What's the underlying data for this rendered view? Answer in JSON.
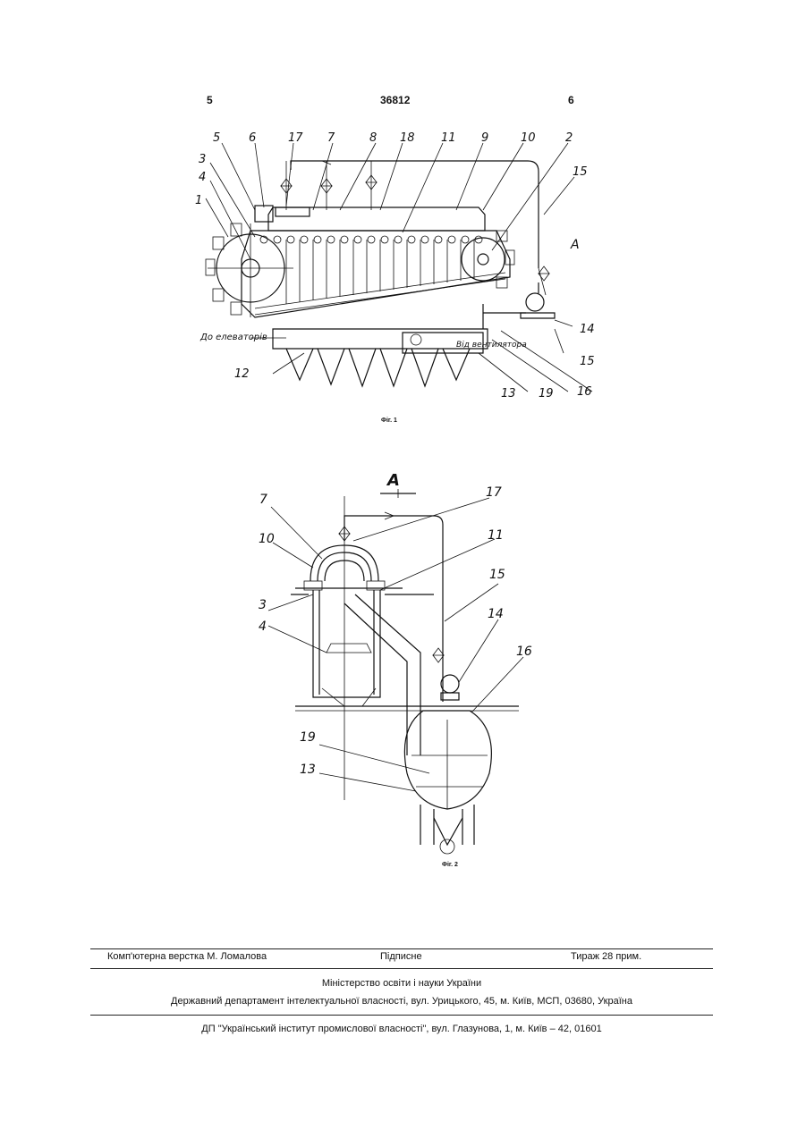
{
  "header": {
    "page_left": "5",
    "patent_number": "36812",
    "page_right": "6"
  },
  "figure1": {
    "caption": "Фіг. 1",
    "callouts": [
      "5",
      "6",
      "17",
      "7",
      "8",
      "18",
      "11",
      "9",
      "10",
      "2",
      "3",
      "4",
      "1",
      "15",
      "А",
      "14",
      "15",
      "12",
      "13",
      "19",
      "16"
    ],
    "annotation_left": "До елеваторів",
    "annotation_right": "Від вентилятора"
  },
  "figure2": {
    "caption": "Фіг. 2",
    "section_label": "А",
    "callouts": [
      "7",
      "17",
      "10",
      "11",
      "3",
      "4",
      "15",
      "14",
      "16",
      "19",
      "13"
    ]
  },
  "footer": {
    "layout": "Комп'ютерна верстка М. Ломалова",
    "signed": "Підписне",
    "print_run": "Тираж 28 прим.",
    "ministry": "Міністерство освіти і науки України",
    "department": "Державний департамент інтелектуальної власності, вул. Урицького, 45, м. Київ, МСП, 03680, Україна",
    "institute": "ДП \"Український інститут промислової власності\", вул. Глазунова, 1, м. Київ – 42, 01601"
  }
}
